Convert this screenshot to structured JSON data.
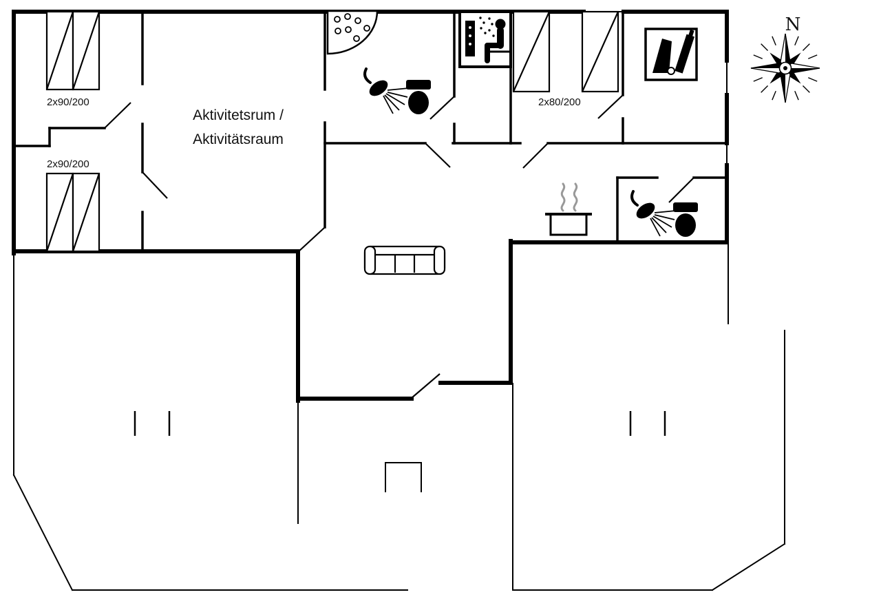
{
  "colors": {
    "wall": "#000000",
    "background": "#ffffff",
    "steam": "#999999"
  },
  "rooms": {
    "activity_room": {
      "line1": "Aktivitetsrum /",
      "line2": "Aktivitätsraum"
    }
  },
  "beds": {
    "left_top_label": "2x90/200",
    "left_bottom_label": "2x90/200",
    "right_label": "2x80/200"
  },
  "compass": {
    "north_label": "N"
  },
  "icons": {
    "bath": "whirlpool-bath-icon",
    "shower_wc_1": "shower-toilet-icon",
    "shower_wc_2": "shower-toilet-icon",
    "sauna": "sauna-icon",
    "utility": "utility-icon",
    "pot": "cooking-pot-icon",
    "sofa": "sofa-icon",
    "compass_rose": "compass-rose-icon"
  }
}
